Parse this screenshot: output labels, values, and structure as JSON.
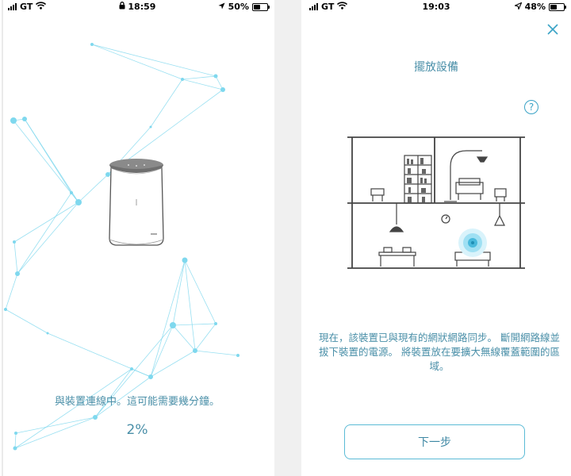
{
  "left_screen": {
    "status": {
      "carrier": "GT",
      "time": "18:59",
      "battery": "50%",
      "battery_level": 0.5
    },
    "connecting_message": "與裝置連線中。這可能需要幾分鐘。",
    "progress_text": "2%",
    "progress_value": 0.02
  },
  "right_screen": {
    "status": {
      "carrier": "GT",
      "time": "19:03",
      "battery": "48%",
      "battery_level": 0.48
    },
    "close_icon": "close-icon",
    "title": "擺放設備",
    "help_icon": "?",
    "description": "現在，該裝置已與現有的網狀網路同步。 斷開網路線並拔下裝置的電源。 將裝置放在要擴大無線覆蓋範圍的區域。",
    "next_button": "下一步"
  },
  "colors": {
    "accent": "#3aa3c6",
    "text": "#4a8fa8",
    "network": "#7fd8ee"
  }
}
